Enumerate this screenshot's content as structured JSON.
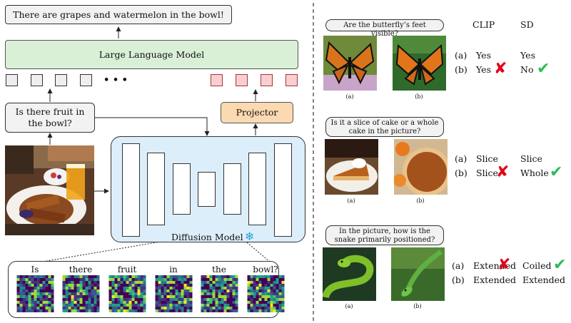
{
  "left": {
    "output_text": "There are grapes and watermelon in the bowl!",
    "llm_label": "Large Language Model",
    "ellipsis": "• • •",
    "question": "Is there fruit in the bowl?",
    "projector_label": "Projector",
    "diffusion_label": "Diffusion Model",
    "snowflake": "❄",
    "words": [
      "Is",
      "there",
      "fruit",
      "in",
      "the",
      "bowl?"
    ]
  },
  "right": {
    "headers": {
      "clip": "CLIP",
      "sd": "SD"
    },
    "examples": [
      {
        "question": "Are the butterfly’s feet visible?",
        "captions": [
          "(a)",
          "(b)"
        ],
        "rows": [
          {
            "key": "(a)",
            "clip": "Yes",
            "sd": "Yes"
          },
          {
            "key": "(b)",
            "clip": "Yes",
            "sd": "No"
          }
        ]
      },
      {
        "question": "Is it a slice of cake or a whole cake in the picture?",
        "captions": [
          "(a)",
          "(b)"
        ],
        "rows": [
          {
            "key": "(a)",
            "clip": "Slice",
            "sd": "Slice"
          },
          {
            "key": "(b)",
            "clip": "Slice",
            "sd": "Whole"
          }
        ]
      },
      {
        "question": "In the picture, how is the snake primarily positioned?",
        "captions": [
          "(a)",
          "(b)"
        ],
        "rows": [
          {
            "key": "(a)",
            "clip": "Extended",
            "sd": "Coiled"
          },
          {
            "key": "(b)",
            "clip": "Extended",
            "sd": "Extended"
          }
        ]
      }
    ],
    "marks": {
      "wrong": "✘",
      "right": "✔"
    }
  },
  "colors": {
    "llm_fill": "#d9f0d6",
    "projector_fill": "#fbd9b1",
    "diffusion_fill": "#dceefa",
    "token_gray": "#eeeeee",
    "token_red": "#f7cfd3",
    "wrong": "#e2001a",
    "right": "#2dbb58"
  }
}
